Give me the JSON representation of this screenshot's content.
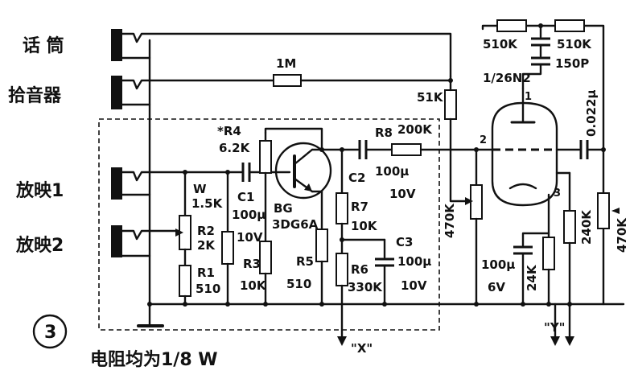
{
  "inputs": {
    "mic": "话 筒",
    "phono": "拾音器",
    "proj1": "放映1",
    "proj2": "放映2"
  },
  "components": {
    "r_1m": "1M",
    "r4_name": "*R4",
    "r4_val": "6.2K",
    "w_name": "W",
    "w_val": "1.5K",
    "r2_name": "R2",
    "r2_val": "2K",
    "r1_name": "R1",
    "r1_val": "510",
    "c1_name": "C1",
    "c1_val": "100μ",
    "c1_v": "10V",
    "r3_name": "R3",
    "r3_val": "10K",
    "bg_name": "BG",
    "bg_val": "3DG6A",
    "r5_name": "R5",
    "r5_val": "510",
    "c2_name": "C2",
    "c2_val": "100μ",
    "c2_v": "10V",
    "r8_name": "R8",
    "r8_val": "200K",
    "r7_name": "R7",
    "r7_val": "10K",
    "r6_name": "R6",
    "r6_val": "330K",
    "c3_name": "C3",
    "c3_val": "100μ",
    "c3_v": "10V",
    "r_51k": "51K",
    "r_470k_a": "470K",
    "r_510k_l": "510K",
    "r_510k_r": "510K",
    "tube": "1/26N2",
    "c_150p": "150P",
    "c_022": "0.022μ",
    "r_240k": "240K",
    "r_470k_b": "470K",
    "c_100u_6v_val": "100μ",
    "c_100u_6v_v": "6V",
    "r_24k": "24K",
    "pin1": "1",
    "pin2": "2",
    "pin3": "3"
  },
  "outputs": {
    "x": "\"X\"",
    "y": "\"Y\""
  },
  "figure_number": "3",
  "caption": "电阻均为1/8 W",
  "colors": {
    "ink": "#111111",
    "paper": "#ffffff"
  }
}
